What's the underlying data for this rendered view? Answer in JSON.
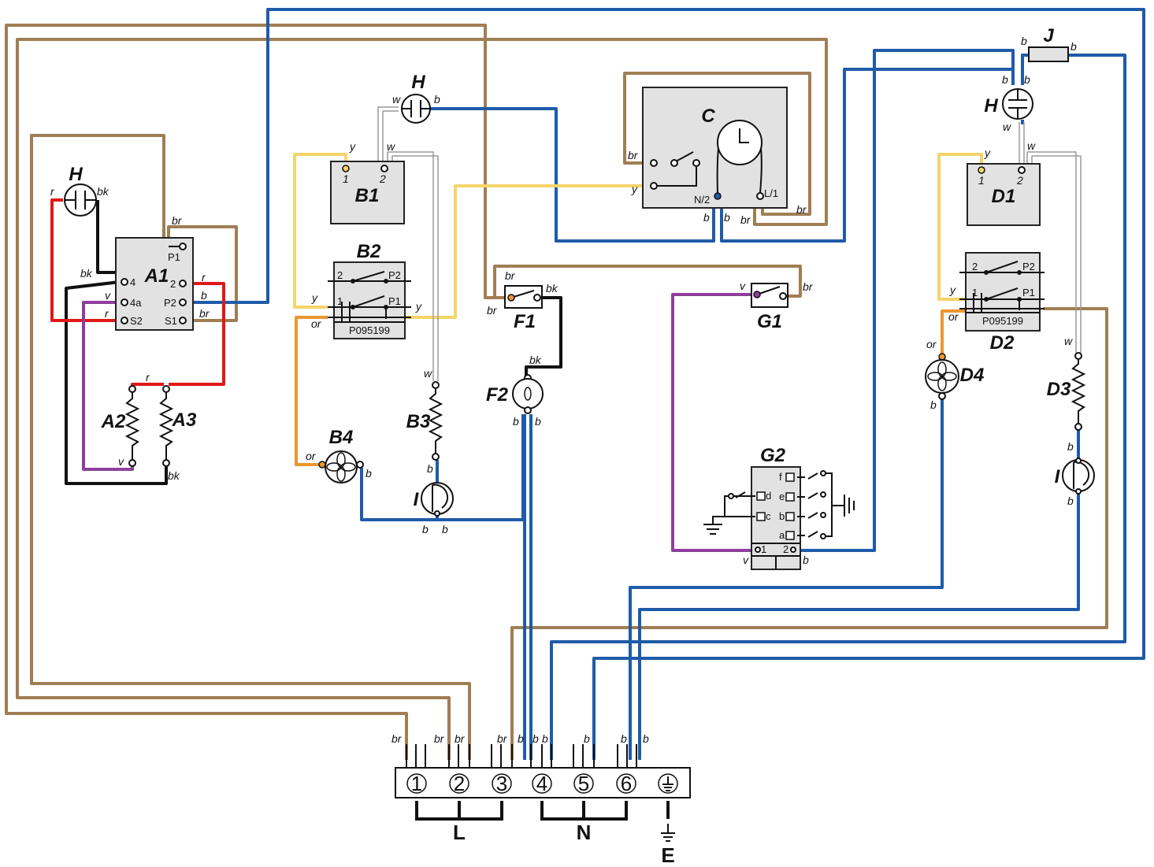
{
  "components": {
    "A1": "A1",
    "A2": "A2",
    "A3": "A3",
    "B1": "B1",
    "B2": "B2",
    "B3": "B3",
    "B4": "B4",
    "C": "C",
    "D1": "D1",
    "D2": "D2",
    "D3": "D3",
    "D4": "D4",
    "F1": "F1",
    "F2": "F2",
    "G1": "G1",
    "G2": "G2",
    "H": "H",
    "I": "I",
    "J": "J"
  },
  "pins": {
    "a1_p1": "P1",
    "a1_4": "4",
    "a1_2": "2",
    "a1_4a": "4a",
    "a1_p2": "P2",
    "a1_s2": "S2",
    "a1_s1": "S1",
    "one": "1",
    "two": "2",
    "p1": "P1",
    "p2": "P2",
    "part_number": "P095199",
    "c_n2": "N/2",
    "c_l1": "L/1",
    "g2_d": "d",
    "g2_c": "c",
    "g2_f": "f",
    "g2_e": "e",
    "g2_b": "b",
    "g2_a": "a",
    "g2_1": "1",
    "g2_2": "2"
  },
  "wire_codes": {
    "br": "br",
    "b": "b",
    "bk": "bk",
    "r": "r",
    "v": "v",
    "w": "w",
    "y": "y",
    "or": "or"
  },
  "terminal_block": {
    "terminals": [
      "1",
      "2",
      "3",
      "4",
      "5",
      "6"
    ],
    "rails": {
      "L": "L",
      "N": "N",
      "E": "E"
    }
  },
  "colors": {
    "brown": "#a07e54",
    "blue": "#1f5ba8",
    "black": "#111111",
    "red": "#e01818",
    "violet": "#8e3f9c",
    "yellow": "#f6d46a",
    "orange": "#ec9631",
    "white": "#9a9a9a",
    "component_fill": "#e2e2e2"
  }
}
